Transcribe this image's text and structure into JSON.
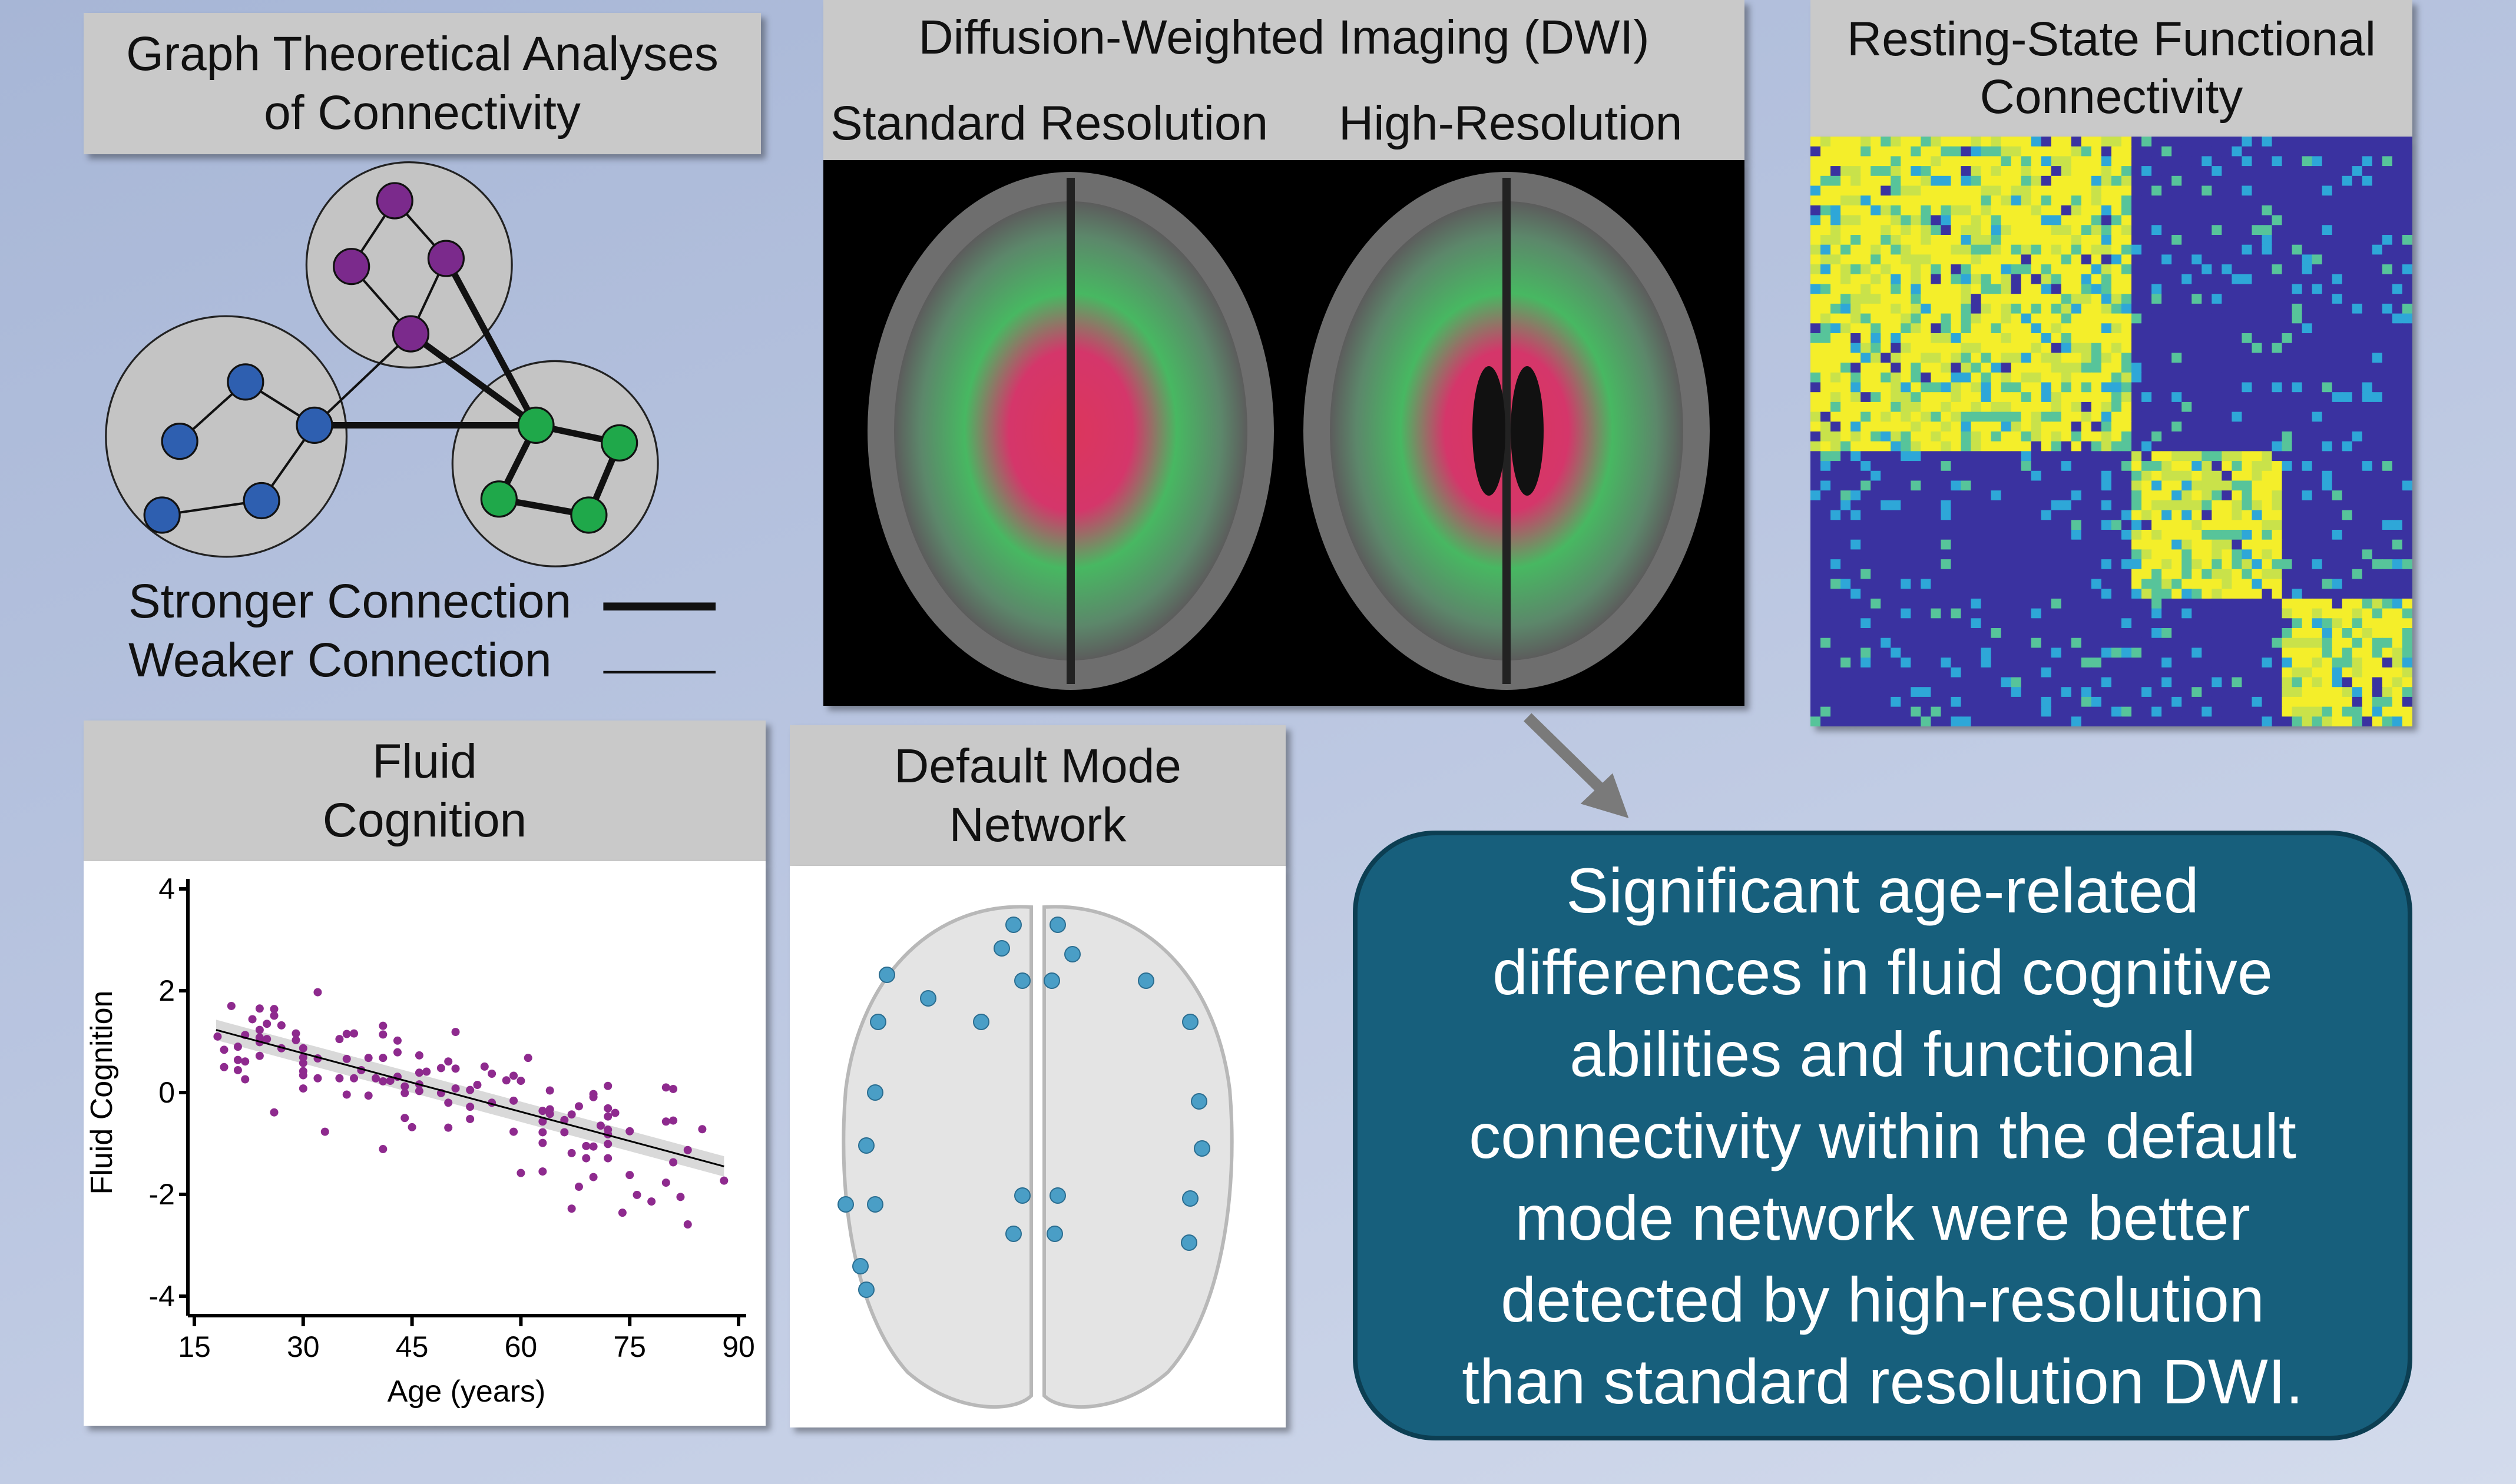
{
  "graph_panel": {
    "title_lines": [
      "Graph Theoretical Analyses",
      "of Connectivity"
    ],
    "legend": {
      "strong": "Stronger Connection",
      "weak": "Weaker Connection"
    },
    "module_colors": {
      "purple": "#7b2a8c",
      "blue": "#2e5fb0",
      "green": "#1fa84a"
    }
  },
  "dwi_panel": {
    "title": "Diffusion-Weighted Imaging (DWI)",
    "standard_label": "Standard Resolution",
    "high_label": "High-Resolution"
  },
  "rsfc_panel": {
    "title_lines": [
      "Resting-State Functional",
      "Connectivity"
    ],
    "colors": {
      "high": "#f4ee2a",
      "low": "#3a32a0"
    }
  },
  "fluid_panel": {
    "title_lines": [
      "Fluid",
      "Cognition"
    ]
  },
  "dmn_panel": {
    "title_lines": [
      "Default Mode",
      "Network"
    ]
  },
  "summary": {
    "lines": [
      "Significant age-related",
      "differences in fluid cognitive",
      "abilities and functional",
      "connectivity within the default",
      "mode network were better",
      "detected by high-resolution",
      "than standard resolution DWI."
    ],
    "background": "#175f7c"
  },
  "chart_data": {
    "type": "scatter",
    "xlabel": "Age (years)",
    "ylabel": "Fluid Cognition",
    "xlim": [
      15,
      90
    ],
    "ylim": [
      -4,
      4
    ],
    "x_ticks": [
      "15",
      "30",
      "45",
      "60",
      "75",
      "90"
    ],
    "y_ticks": [
      "4",
      "2",
      "0",
      "-2",
      "-4"
    ],
    "grid": false,
    "point_color": "#8e2a8e",
    "regression_line": {
      "x": [
        18,
        88
      ],
      "y": [
        1.23,
        -1.45
      ],
      "confidence_band": true
    },
    "points": [
      [
        18.2,
        1.1
      ],
      [
        19.1,
        0.84
      ],
      [
        19.1,
        0.5
      ],
      [
        20.1,
        1.7
      ],
      [
        21,
        0.9
      ],
      [
        21,
        0.64
      ],
      [
        21,
        0.44
      ],
      [
        22,
        1.13
      ],
      [
        22,
        0.61
      ],
      [
        22,
        0.26
      ],
      [
        23,
        1.44
      ],
      [
        24,
        1.65
      ],
      [
        24,
        1.23
      ],
      [
        24,
        1.08
      ],
      [
        24,
        0.99
      ],
      [
        24,
        0.72
      ],
      [
        25,
        1.35
      ],
      [
        25,
        1.05
      ],
      [
        26,
        1.64
      ],
      [
        26,
        1.51
      ],
      [
        26,
        -0.39
      ],
      [
        27,
        1.32
      ],
      [
        27,
        0.87
      ],
      [
        29,
        1.16
      ],
      [
        29,
        1.03
      ],
      [
        30,
        0.87
      ],
      [
        30,
        0.69
      ],
      [
        30,
        0.58
      ],
      [
        30,
        0.42
      ],
      [
        30,
        0.34
      ],
      [
        30,
        0.08
      ],
      [
        32,
        1.97
      ],
      [
        32,
        0.67
      ],
      [
        32,
        0.28
      ],
      [
        33,
        -0.77
      ],
      [
        35,
        1.05
      ],
      [
        35,
        0.28
      ],
      [
        36,
        1.15
      ],
      [
        36,
        0.66
      ],
      [
        36,
        -0.04
      ],
      [
        37,
        1.16
      ],
      [
        37,
        0.28
      ],
      [
        38,
        0.44
      ],
      [
        39,
        0.68
      ],
      [
        39,
        -0.06
      ],
      [
        40,
        0.28
      ],
      [
        41,
        1.31
      ],
      [
        41,
        1.14
      ],
      [
        41,
        0.68
      ],
      [
        41,
        0.22
      ],
      [
        41,
        -1.11
      ],
      [
        42,
        0.23
      ],
      [
        43,
        1.02
      ],
      [
        43,
        0.79
      ],
      [
        43,
        0.31
      ],
      [
        44,
        0.12
      ],
      [
        44,
        -0.01
      ],
      [
        44,
        -0.5
      ],
      [
        45,
        -0.68
      ],
      [
        46,
        0.73
      ],
      [
        46,
        0.39
      ],
      [
        46,
        0.16
      ],
      [
        46,
        0.03
      ],
      [
        47,
        0.41
      ],
      [
        49,
        0.48
      ],
      [
        49,
        -0.01
      ],
      [
        50,
        0.61
      ],
      [
        50,
        -0.2
      ],
      [
        50,
        -0.69
      ],
      [
        51,
        1.19
      ],
      [
        51,
        0.47
      ],
      [
        51,
        0.08
      ],
      [
        53,
        0.05
      ],
      [
        53,
        -0.28
      ],
      [
        53,
        -0.52
      ],
      [
        54,
        0.15
      ],
      [
        55,
        0.51
      ],
      [
        56,
        0.37
      ],
      [
        56,
        -0.2
      ],
      [
        58,
        0.24
      ],
      [
        59,
        0.33
      ],
      [
        59,
        -0.16
      ],
      [
        59,
        -0.77
      ],
      [
        60,
        0.23
      ],
      [
        60,
        -1.58
      ],
      [
        61,
        0.68
      ],
      [
        63,
        -0.36
      ],
      [
        63,
        -0.57
      ],
      [
        63,
        -0.78
      ],
      [
        63,
        -0.99
      ],
      [
        63,
        -1.55
      ],
      [
        64,
        0.04
      ],
      [
        64,
        -0.33
      ],
      [
        64,
        -0.42
      ],
      [
        66,
        -0.54
      ],
      [
        66,
        -0.78
      ],
      [
        67,
        -0.43
      ],
      [
        67,
        -1.19
      ],
      [
        67,
        -2.28
      ],
      [
        68,
        -0.27
      ],
      [
        68,
        -1.85
      ],
      [
        69,
        -1.05
      ],
      [
        69,
        -1.29
      ],
      [
        70,
        -0.03
      ],
      [
        70,
        -0.09
      ],
      [
        70,
        -1.06
      ],
      [
        70,
        -1.66
      ],
      [
        71,
        -0.65
      ],
      [
        72,
        0.13
      ],
      [
        72,
        -0.31
      ],
      [
        72,
        -0.47
      ],
      [
        72,
        -0.73
      ],
      [
        72,
        -0.82
      ],
      [
        72,
        -1.01
      ],
      [
        72,
        -1.29
      ],
      [
        73,
        -0.4
      ],
      [
        74,
        -2.36
      ],
      [
        75,
        -0.76
      ],
      [
        75,
        -1.62
      ],
      [
        76,
        -2.01
      ],
      [
        78,
        -2.14
      ],
      [
        80,
        0.1
      ],
      [
        80,
        -0.57
      ],
      [
        80,
        -1.77
      ],
      [
        81,
        0.07
      ],
      [
        81,
        -0.55
      ],
      [
        81,
        -1.37
      ],
      [
        82,
        -2.05
      ],
      [
        83,
        -1.13
      ],
      [
        83,
        -2.59
      ],
      [
        85,
        -0.72
      ],
      [
        88,
        -1.73
      ]
    ]
  }
}
